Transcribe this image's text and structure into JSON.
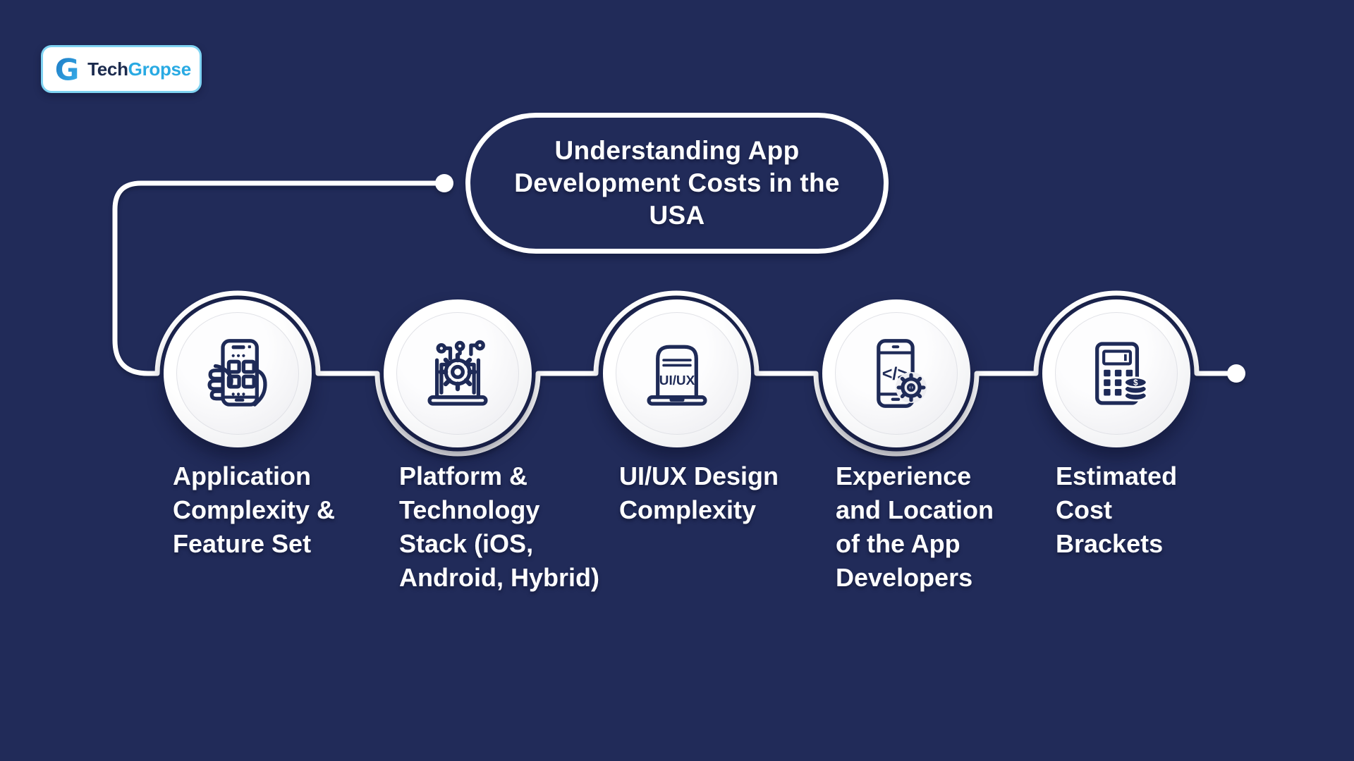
{
  "colors": {
    "background": "#212b59",
    "line_white": "#ffffff",
    "icon_navy": "#1e2a57",
    "logo_border_blue": "#7fd3f2",
    "logo_tech_navy": "#1c2b4e",
    "logo_gropse_blue": "#29aae3"
  },
  "logo": {
    "monogram": "G",
    "brand_part1": "Tech",
    "brand_part2": "Gropse"
  },
  "title": "Understanding App\nDevelopment Costs in the\nUSA",
  "steps": [
    {
      "label": "Application\nComplexity &\nFeature Set",
      "icon": "phone-in-hand-icon"
    },
    {
      "label": "Platform &\nTechnology\nStack (iOS,\nAndroid, Hybrid)",
      "icon": "laptop-gear-circuit-icon"
    },
    {
      "label": "UI/UX Design\nComplexity",
      "icon": "uiux-laptop-icon",
      "screen_text": "UI/UX"
    },
    {
      "label": "Experience\nand Location\nof the App\nDevelopers",
      "icon": "phone-code-gear-icon",
      "screen_text": "</>"
    },
    {
      "label": "Estimated\nCost\nBrackets",
      "icon": "calculator-coins-icon",
      "coin_symbol": "$"
    }
  ]
}
